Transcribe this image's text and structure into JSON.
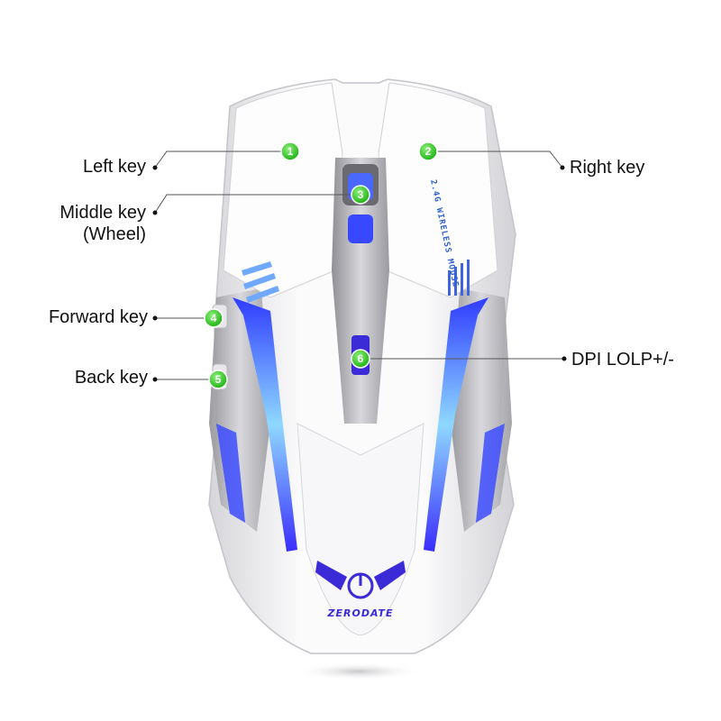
{
  "labels": {
    "left_key": "Left key",
    "right_key": "Right key",
    "middle_key": "Middle key",
    "middle_key_sub": "(Wheel)",
    "forward_key": "Forward key",
    "back_key": "Back key",
    "dpi": "DPI LOLP+/-"
  },
  "markers": [
    "1",
    "2",
    "3",
    "4",
    "5",
    "6"
  ],
  "mouse": {
    "brand": "ZERODATE",
    "side_text": "2.4G WIRELESS MOUSE"
  },
  "colors": {
    "marker_green": "#3ccf2f",
    "glow_blue": "#3a4bff",
    "body_white": "#f4f4f6",
    "leader_line": "#555555"
  }
}
